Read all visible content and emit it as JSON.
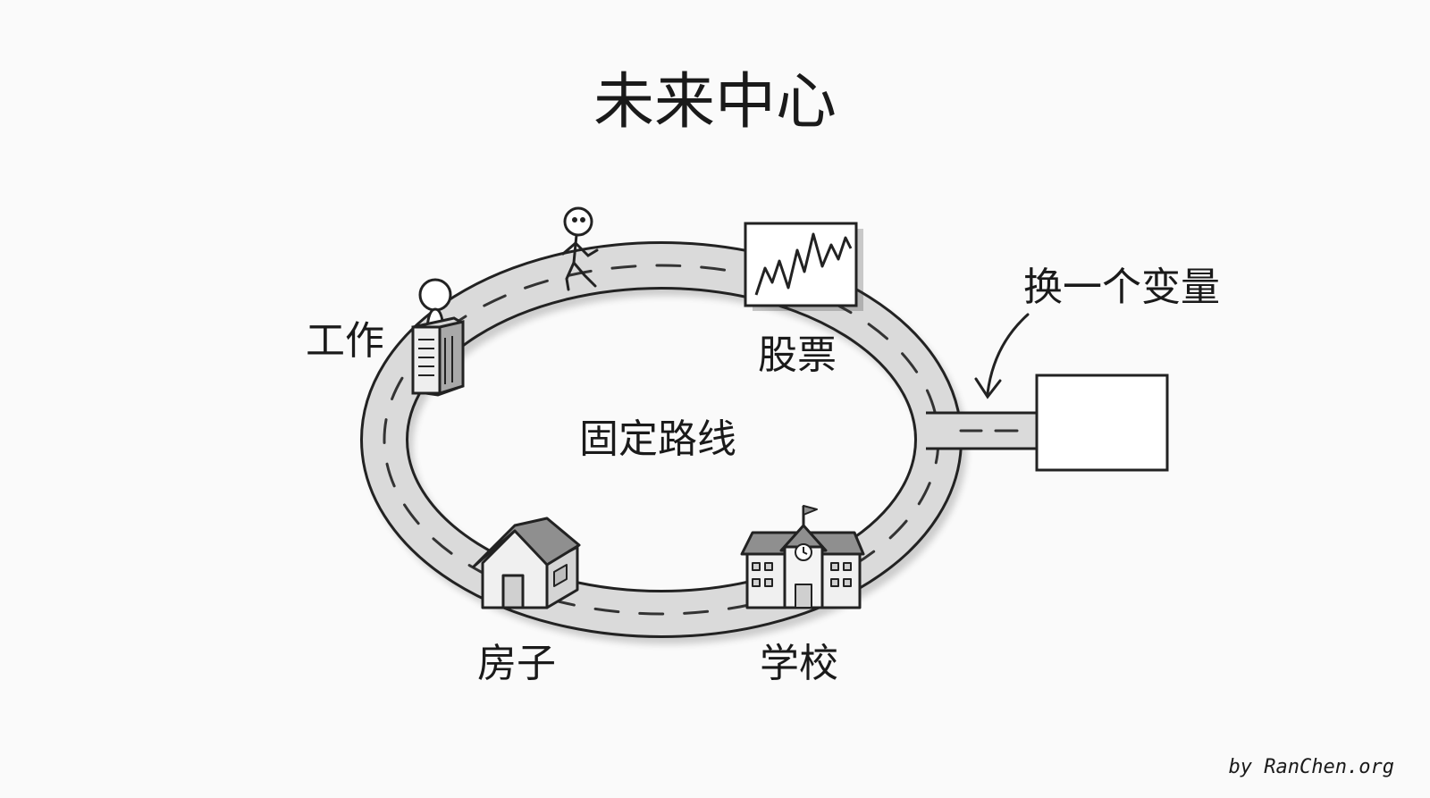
{
  "title": "未来中心",
  "labels": {
    "work": "工作",
    "stock": "股票",
    "center": "固定路线",
    "house": "房子",
    "school": "学校",
    "change": "换一个变量"
  },
  "credit": "by RanChen.org",
  "colors": {
    "road": "#dadada",
    "outline": "#222222",
    "background": "#fafafa",
    "roof": "#8f8f8f"
  },
  "icons": [
    "stick-figure-icon",
    "office-building-icon",
    "stock-chart-icon",
    "house-icon",
    "school-icon",
    "curved-arrow-icon"
  ]
}
